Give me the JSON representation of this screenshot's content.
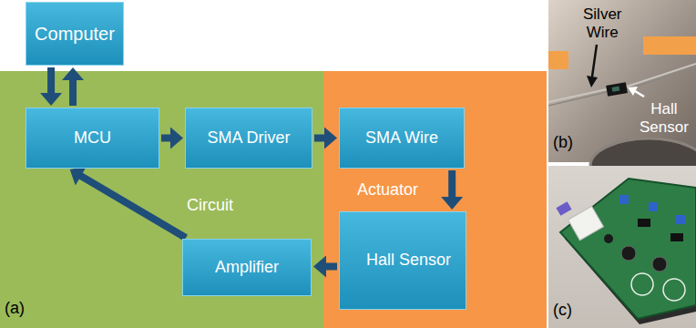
{
  "diagram": {
    "nodes": [
      {
        "text": [
          "Computer"
        ]
      },
      {
        "text": [
          "Circuit"
        ]
      },
      {
        "text": [
          "MCU"
        ],
        "in": 1
      },
      {
        "text": [
          "SMA Driver"
        ],
        "in": 1
      },
      {
        "text": [
          "Amplifier"
        ],
        "in": 1
      },
      {
        "text": [
          "Actuator"
        ]
      },
      {
        "text": [
          "SMA Wire"
        ],
        "in": 5
      },
      {
        "text": [
          "Hall Sensor"
        ],
        "in": 5
      }
    ],
    "edges": [
      {
        "from": 0,
        "to": 2,
        "arrow": "to"
      },
      {
        "from": 2,
        "to": 0,
        "arrow": "to"
      },
      {
        "from": 2,
        "to": 3,
        "arrow": "to"
      },
      {
        "from": 3,
        "to": 6,
        "arrow": "to"
      },
      {
        "from": 6,
        "to": 7,
        "arrow": "to"
      },
      {
        "from": 7,
        "to": 4,
        "arrow": "to"
      },
      {
        "from": 4,
        "to": 2,
        "arrow": "to"
      }
    ],
    "labels": [
      "(a)",
      "Silver Wire",
      "Hall Sensor",
      "(b)",
      "(c)"
    ]
  }
}
